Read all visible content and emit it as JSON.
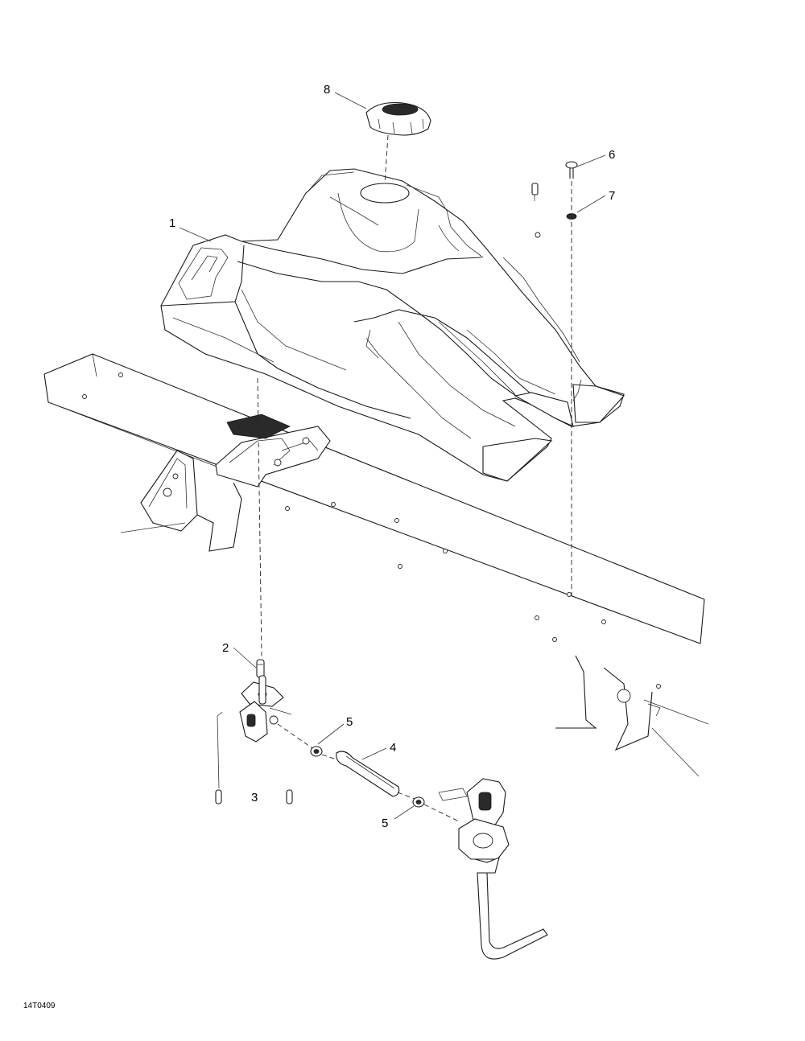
{
  "callouts": [
    {
      "id": "8",
      "part": "fuel-cap"
    },
    {
      "id": "6",
      "part": "screw"
    },
    {
      "id": "7",
      "part": "washer"
    },
    {
      "id": "1",
      "part": "fuel-tank"
    },
    {
      "id": "2",
      "part": "fuel-valve-screw"
    },
    {
      "id": "5",
      "part": "hose-clamp-upper"
    },
    {
      "id": "4",
      "part": "fuel-hose"
    },
    {
      "id": "3",
      "part": "fuel-valve-bolts"
    },
    {
      "id": "5",
      "part": "hose-clamp-lower"
    }
  ],
  "reference_code": "14T0409"
}
